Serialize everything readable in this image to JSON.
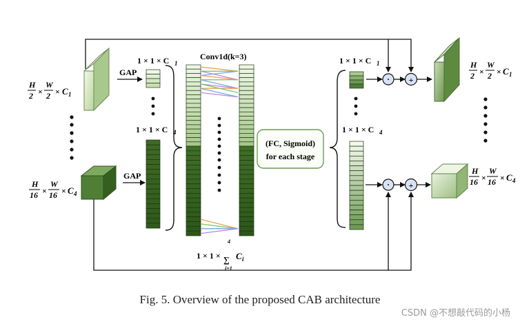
{
  "labels": {
    "gap_top": "GAP",
    "gap_bottom": "GAP",
    "conv": "Conv1d(k=3)",
    "fc_line1": "(FC, Sigmoid)",
    "fc_line2": "for each stage",
    "dim_top_small": "1 × 1 × C",
    "dim_c1_sub": "1",
    "dim_c4_small": "1 × 1 × C",
    "dim_c4_sub": "4",
    "dim_right_top": "1 × 1 × C",
    "dim_right_c4": "1 × 1 × C",
    "sum_prefix": "1 × 1 ×",
    "sum_upper": "4",
    "sum_lower": "i=1",
    "sum_var": "C",
    "sum_var_sub": "i",
    "in_top": {
      "h": "H",
      "hd": "2",
      "w": "W",
      "wd": "2",
      "c": "C",
      "cs": "1"
    },
    "in_bottom": {
      "h": "H",
      "hd": "16",
      "w": "W",
      "wd": "16",
      "c": "C",
      "cs": "4"
    },
    "out_top": {
      "h": "H",
      "hd": "2",
      "w": "W",
      "wd": "2",
      "c": "C",
      "cs": "1"
    },
    "out_bottom": {
      "h": "H",
      "hd": "16",
      "w": "W",
      "wd": "16",
      "c": "C",
      "cs": "4"
    },
    "mult_symbol": "·",
    "add_symbol": "+"
  },
  "caption": "Fig. 5.  Overview of the proposed CAB architecture",
  "watermark": "CSDN @不想敲代码的小杨",
  "colors": {
    "light_green": "#e2efd3",
    "mid_green": "#9fc184",
    "dark_green": "#3f6e27",
    "arrow_orange": "#f0a050",
    "arrow_green": "#7bc46b",
    "arrow_blue": "#7aa6e0",
    "arrow_purple": "#b48ae0",
    "circle_fill": "#d8e4f6"
  },
  "icons": {
    "multiply": "multiply-circle-icon",
    "add": "add-circle-icon",
    "brace": "curly-brace-icon"
  }
}
